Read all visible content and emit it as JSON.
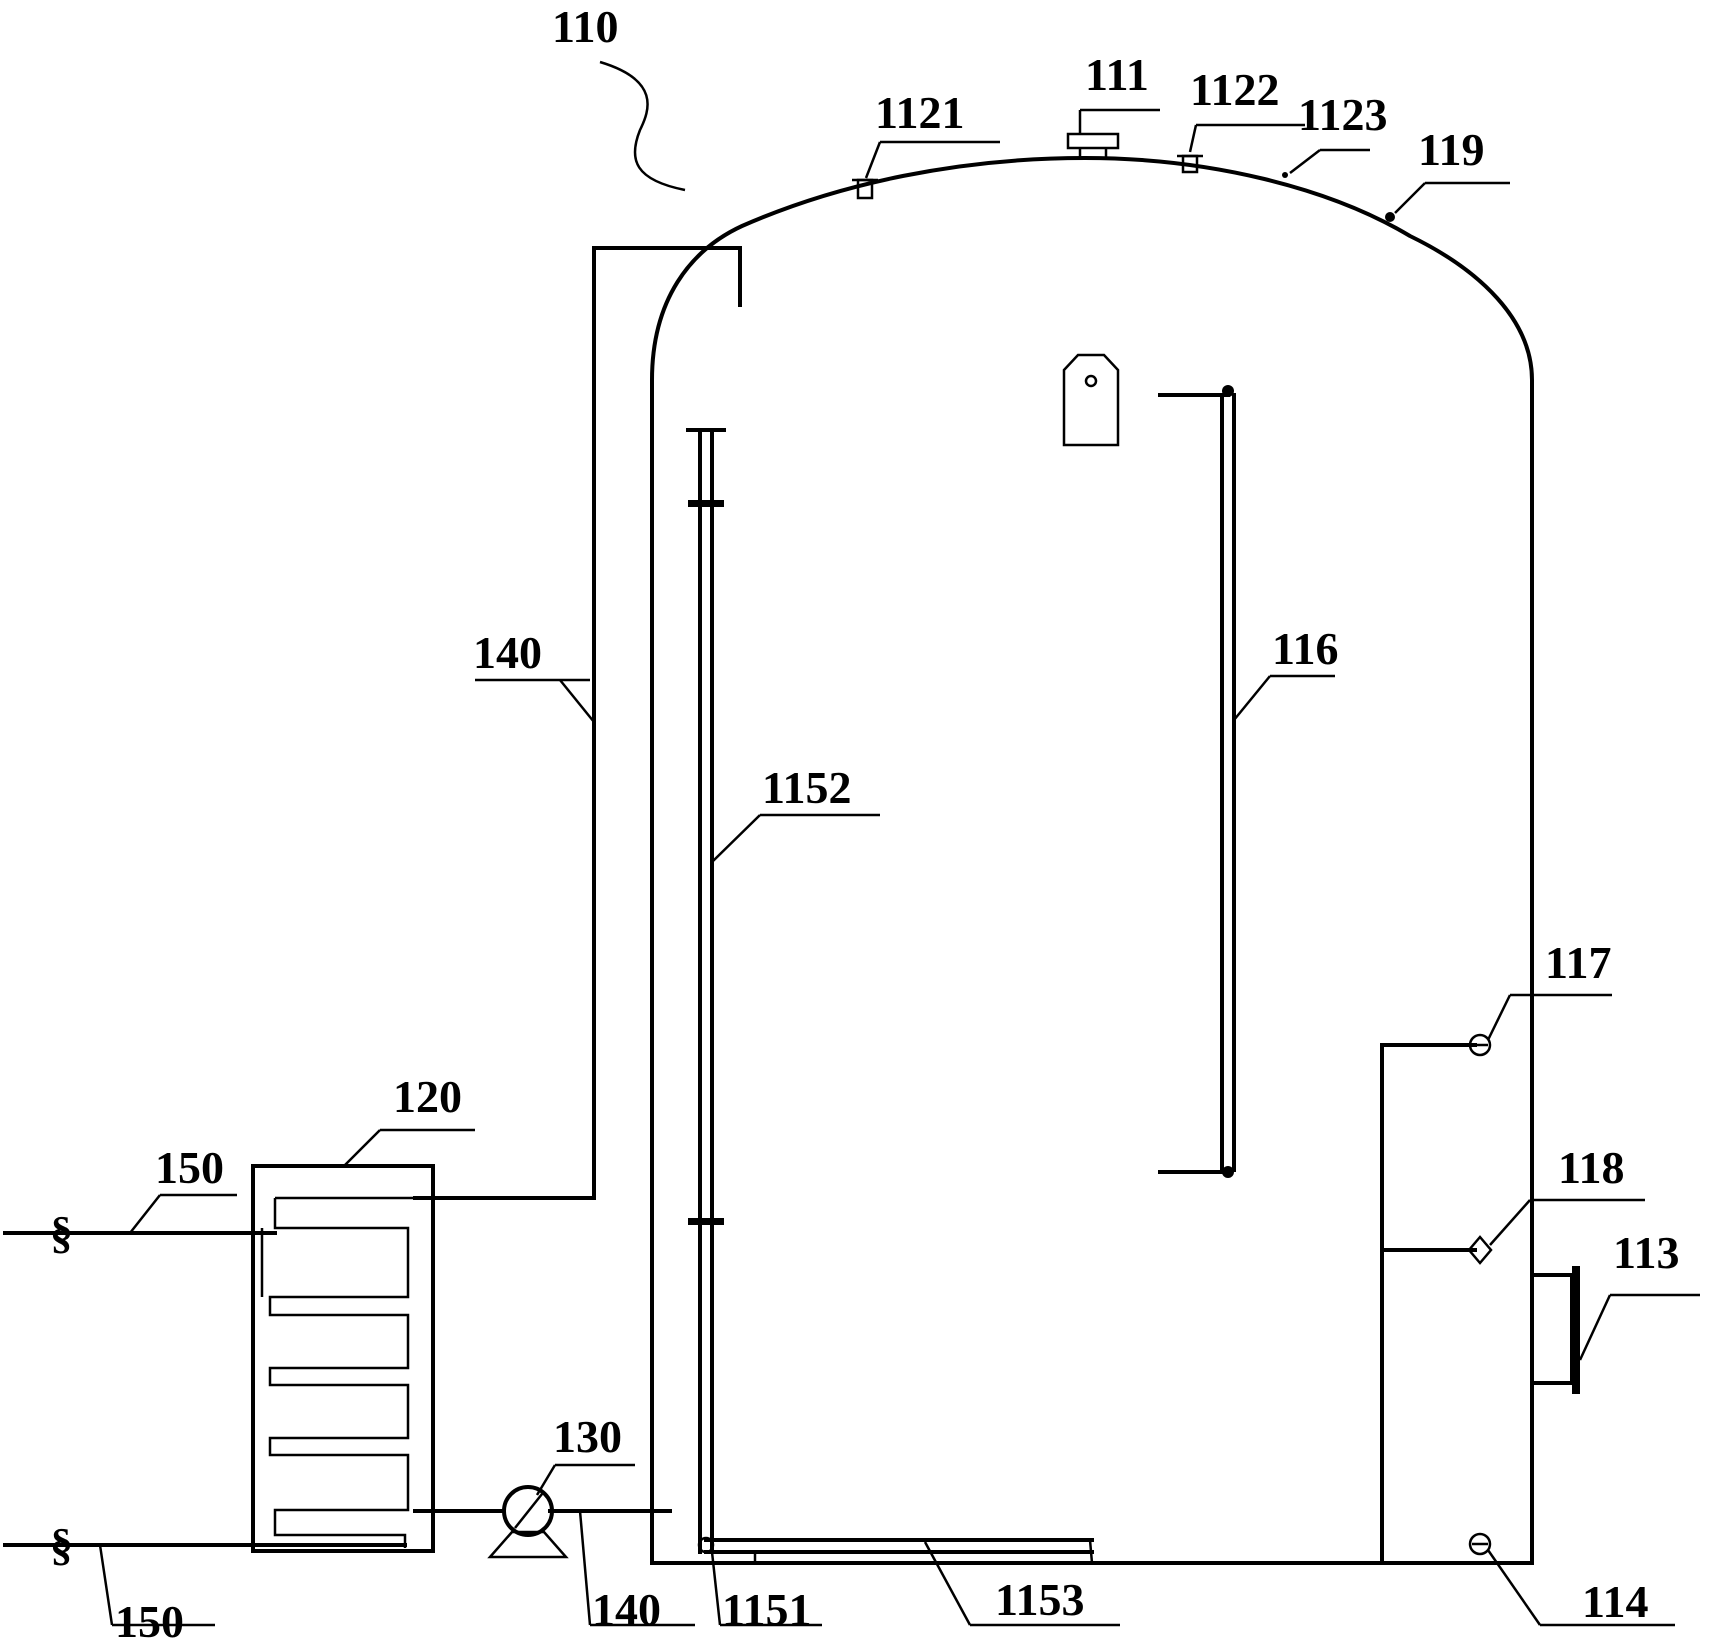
{
  "labels": {
    "l110": "110",
    "l111": "111",
    "l1121": "1121",
    "l1122": "1122",
    "l1123": "1123",
    "l119": "119",
    "l140a": "140",
    "l116": "116",
    "l1152": "1152",
    "l117": "117",
    "l120": "120",
    "l150a": "150",
    "l118": "118",
    "l113": "113",
    "l130": "130",
    "l150b": "150",
    "l140b": "140",
    "l1151": "1151",
    "l1153": "1153",
    "l114": "114"
  },
  "icons": [
    "valve-icon",
    "pump-icon",
    "sensor-icon",
    "coil-icon",
    "flange-icon"
  ]
}
